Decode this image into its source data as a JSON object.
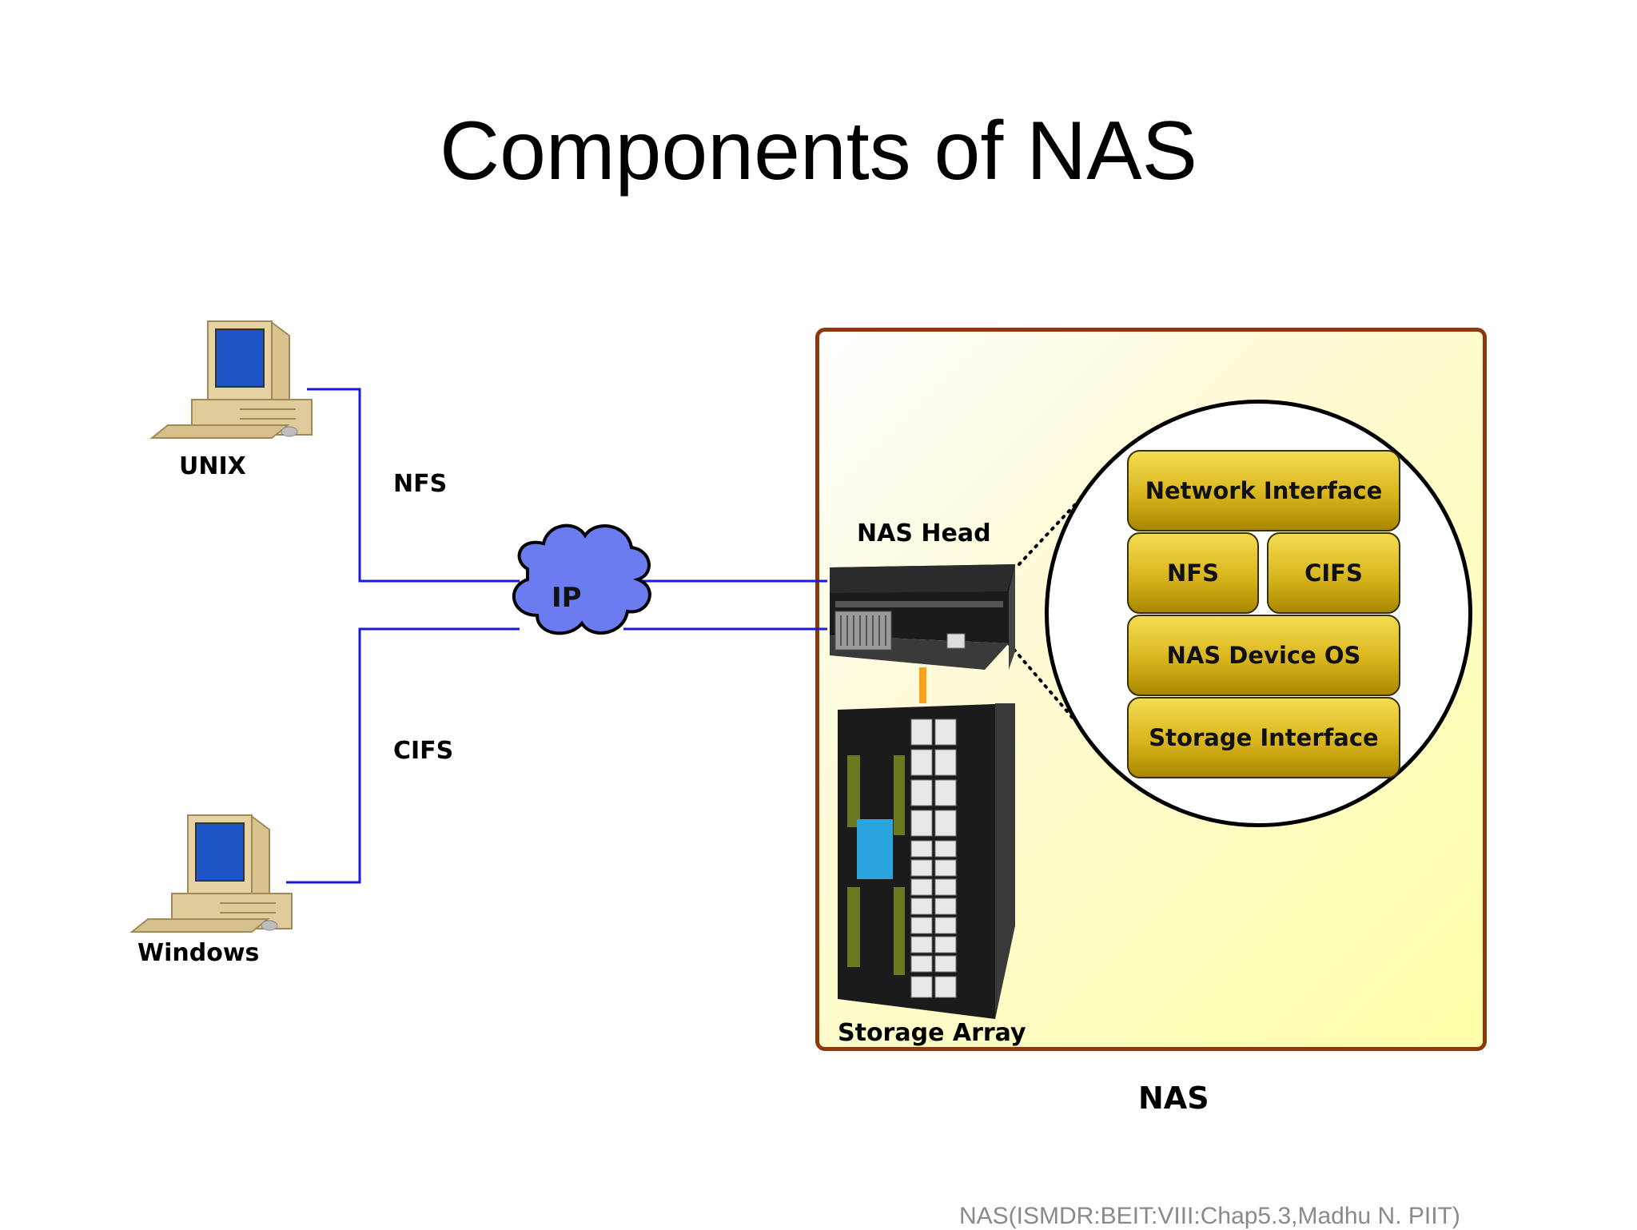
{
  "slide": {
    "title": "Components of NAS",
    "footer": "NAS(ISMDR:BEIT:VIII:Chap5.3,Madhu N. PIIT)"
  },
  "clients": {
    "unix": "UNIX",
    "windows": "Windows"
  },
  "links": {
    "nfs": "NFS",
    "cifs": "CIFS"
  },
  "network": {
    "cloud_label": "IP"
  },
  "nas": {
    "label": "NAS",
    "head_label": "NAS Head",
    "storage_label": "Storage Array",
    "components": {
      "network_interface": "Network Interface",
      "nfs": "NFS",
      "cifs": "CIFS",
      "device_os": "NAS Device OS",
      "storage_interface": "Storage Interface"
    }
  },
  "colors": {
    "link_line": "#1a1adb",
    "nas_border": "#8b3a10",
    "cloud_fill": "#6b7cf0",
    "component_gold": "#d9b51d",
    "backplane": "#f5a31a"
  }
}
